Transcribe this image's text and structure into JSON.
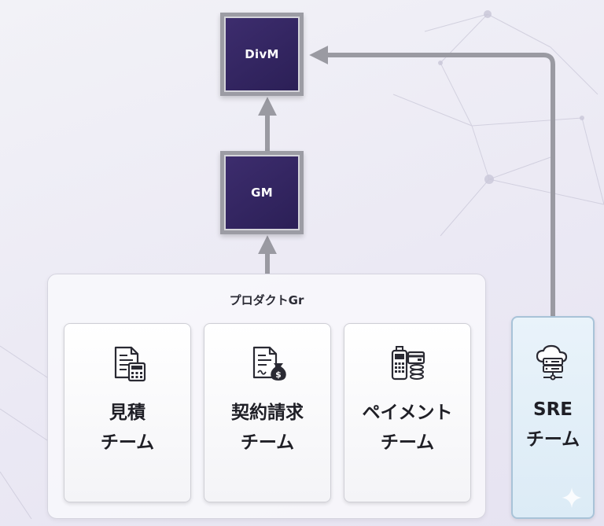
{
  "nodes": {
    "divm": {
      "label": "DivM"
    },
    "gm": {
      "label": "GM"
    }
  },
  "group": {
    "title": "プロダクトGr",
    "teams": [
      {
        "name_line1": "見積",
        "name_line2": "チーム",
        "icon": "document-calculator-icon"
      },
      {
        "name_line1": "契約請求",
        "name_line2": "チーム",
        "icon": "contract-money-bag-icon"
      },
      {
        "name_line1": "ペイメント",
        "name_line2": "チーム",
        "icon": "payment-terminal-icon"
      }
    ]
  },
  "sre": {
    "name_line1": "SRE",
    "name_line2": "チーム",
    "icon": "cloud-server-icon"
  },
  "colors": {
    "node_fill": "#33265f",
    "node_border": "#9c9ca4",
    "connector": "#9a9aa2",
    "sre_fill": "#e3eff8",
    "sre_border": "#a8c3d8"
  }
}
